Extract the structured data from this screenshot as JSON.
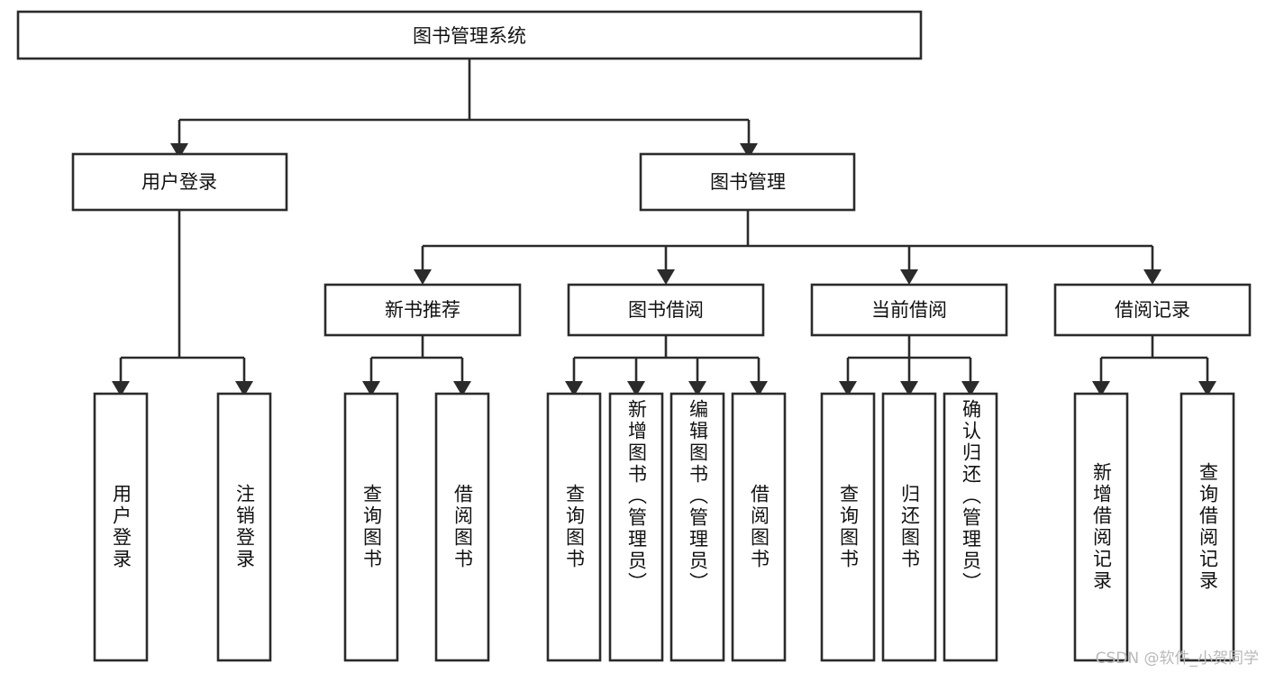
{
  "diagram": {
    "type": "tree",
    "title": "图书管理系统",
    "watermark": "CSDN @软件_小贺同学",
    "colors": {
      "stroke": "#2b2b2b",
      "fill": "#ffffff",
      "text": "#111111",
      "watermark": "#b9b9b9"
    },
    "root": {
      "label": "图书管理系统"
    },
    "level2": [
      {
        "label": "用户登录"
      },
      {
        "label": "图书管理"
      }
    ],
    "level3": [
      {
        "label": "新书推荐"
      },
      {
        "label": "图书借阅"
      },
      {
        "label": "当前借阅"
      },
      {
        "label": "借阅记录"
      }
    ],
    "leaves": [
      {
        "label": "用户登录",
        "parent": "用户登录"
      },
      {
        "label": "注销登录",
        "parent": "用户登录"
      },
      {
        "label": "查询图书",
        "parent": "新书推荐"
      },
      {
        "label": "借阅图书",
        "parent": "新书推荐"
      },
      {
        "label": "查询图书",
        "parent": "图书借阅"
      },
      {
        "label": "新增图书（管理员）",
        "parent": "图书借阅"
      },
      {
        "label": "编辑图书（管理员）",
        "parent": "图书借阅"
      },
      {
        "label": "借阅图书",
        "parent": "图书借阅"
      },
      {
        "label": "查询图书",
        "parent": "当前借阅"
      },
      {
        "label": "归还图书",
        "parent": "当前借阅"
      },
      {
        "label": "确认归还（管理员）",
        "parent": "当前借阅"
      },
      {
        "label": "新增借阅记录",
        "parent": "借阅记录"
      },
      {
        "label": "查询借阅记录",
        "parent": "借阅记录"
      }
    ]
  }
}
